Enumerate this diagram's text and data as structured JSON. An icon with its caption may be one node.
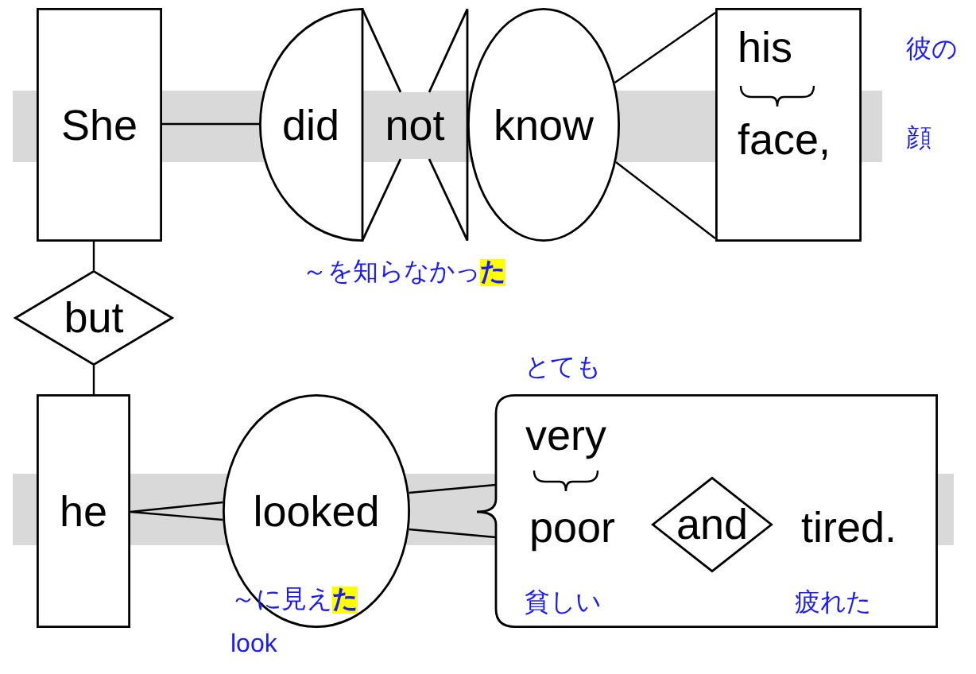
{
  "diagram": {
    "nodes": [
      {
        "text": [
          "She"
        ]
      },
      {
        "text": [
          "did"
        ]
      },
      {
        "text": [
          "not"
        ]
      },
      {
        "text": [
          "know"
        ]
      },
      {
        "text": [
          "his",
          "face,"
        ],
        "beside": [
          "彼の",
          "顔"
        ]
      },
      {
        "text": [
          "but"
        ]
      },
      {
        "text": [
          "he"
        ]
      },
      {
        "text": [
          "looked",
          "～に見え**た**"
        ],
        "beside": [
          "look"
        ]
      },
      {
        "text": [],
        "shape": "box"
      },
      {
        "text": [
          "very"
        ],
        "in": 8,
        "beside": [
          "とても"
        ]
      },
      {
        "text": [
          "poor"
        ],
        "in": 8,
        "beside": [
          "貧しい"
        ]
      },
      {
        "text": [
          "and"
        ],
        "in": 8
      },
      {
        "text": [
          "tired."
        ],
        "in": 8,
        "beside": [
          "疲れた"
        ]
      }
    ],
    "edges": [
      {
        "from": 0,
        "to": 1,
        "arrow": "none"
      },
      {
        "from": 3,
        "to": 4,
        "arrow": "none"
      },
      {
        "from": 0,
        "to": 5,
        "arrow": "none"
      },
      {
        "from": 5,
        "to": 6,
        "arrow": "none"
      },
      {
        "from": 6,
        "to": 7,
        "arrow": "none"
      },
      {
        "from": 7,
        "to": 8,
        "arrow": "none"
      }
    ],
    "labels": [
      "～を知らなかっ**た**"
    ]
  }
}
